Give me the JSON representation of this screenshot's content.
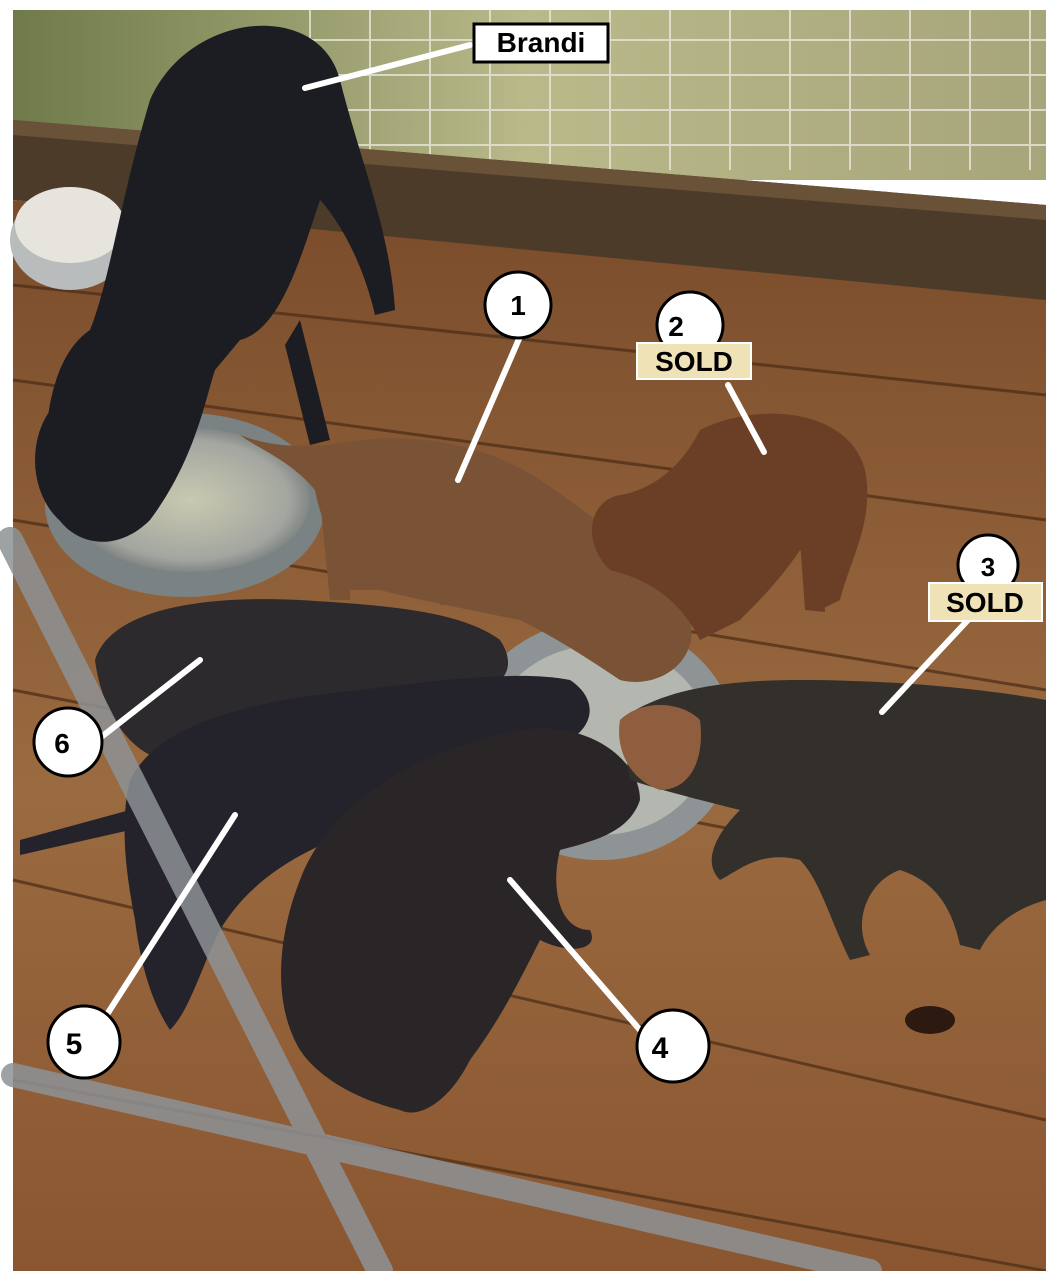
{
  "photo": {
    "name_label": "Brandi",
    "puppy_numbers": [
      "1",
      "2",
      "3",
      "4",
      "5",
      "6"
    ],
    "sold_labels": [
      "SOLD",
      "SOLD"
    ]
  },
  "colors": {
    "deck_wood": "#8a5a33",
    "deck_wood_dark": "#5e3a1f",
    "fence_wall": "#4a3a2c",
    "mother_dog": "#1c1d22",
    "puppy_brindle": "#6e4c33",
    "puppy_brown": "#6b3f26",
    "puppy_dark": "#25222a",
    "bowl_metal": "#9aa0a2",
    "sold_tag": "#efe2b6",
    "label_circle": "#ffffff",
    "pointer_line": "#ffffff"
  }
}
